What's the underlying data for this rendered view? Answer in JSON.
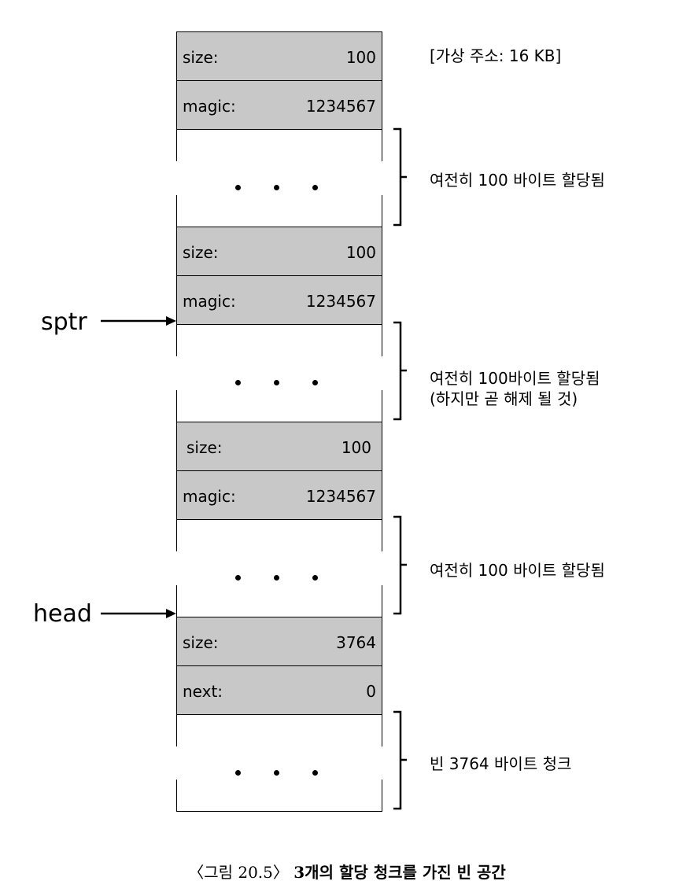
{
  "address_label": "[가상 주소: 16 KB]",
  "blocks": [
    {
      "k1": "size:",
      "v1": "100",
      "k2": "magic:",
      "v2": "1234567"
    },
    {
      "k1": "size:",
      "v1": "100",
      "k2": "magic:",
      "v2": "1234567"
    },
    {
      "k1": "size:",
      "v1": "100",
      "k2": "magic:",
      "v2": "1234567"
    },
    {
      "k1": "size:",
      "v1": "3764",
      "k2": "next:",
      "v2": "0"
    }
  ],
  "brace_labels": [
    {
      "line1": "여전히 100 바이트 할당됨"
    },
    {
      "line1": "여전히 100바이트 할당됨",
      "line2": "(하지만 곧 해제 될 것)"
    },
    {
      "line1": "여전히 100 바이트 할당됨"
    },
    {
      "line1": "빈 3764 바이트 청크"
    }
  ],
  "pointers": {
    "sptr": "sptr",
    "head": "head"
  },
  "caption": {
    "prefix": "〈그림 20.5〉",
    "title": "3개의 할당 청크를 가진 빈 공간"
  }
}
